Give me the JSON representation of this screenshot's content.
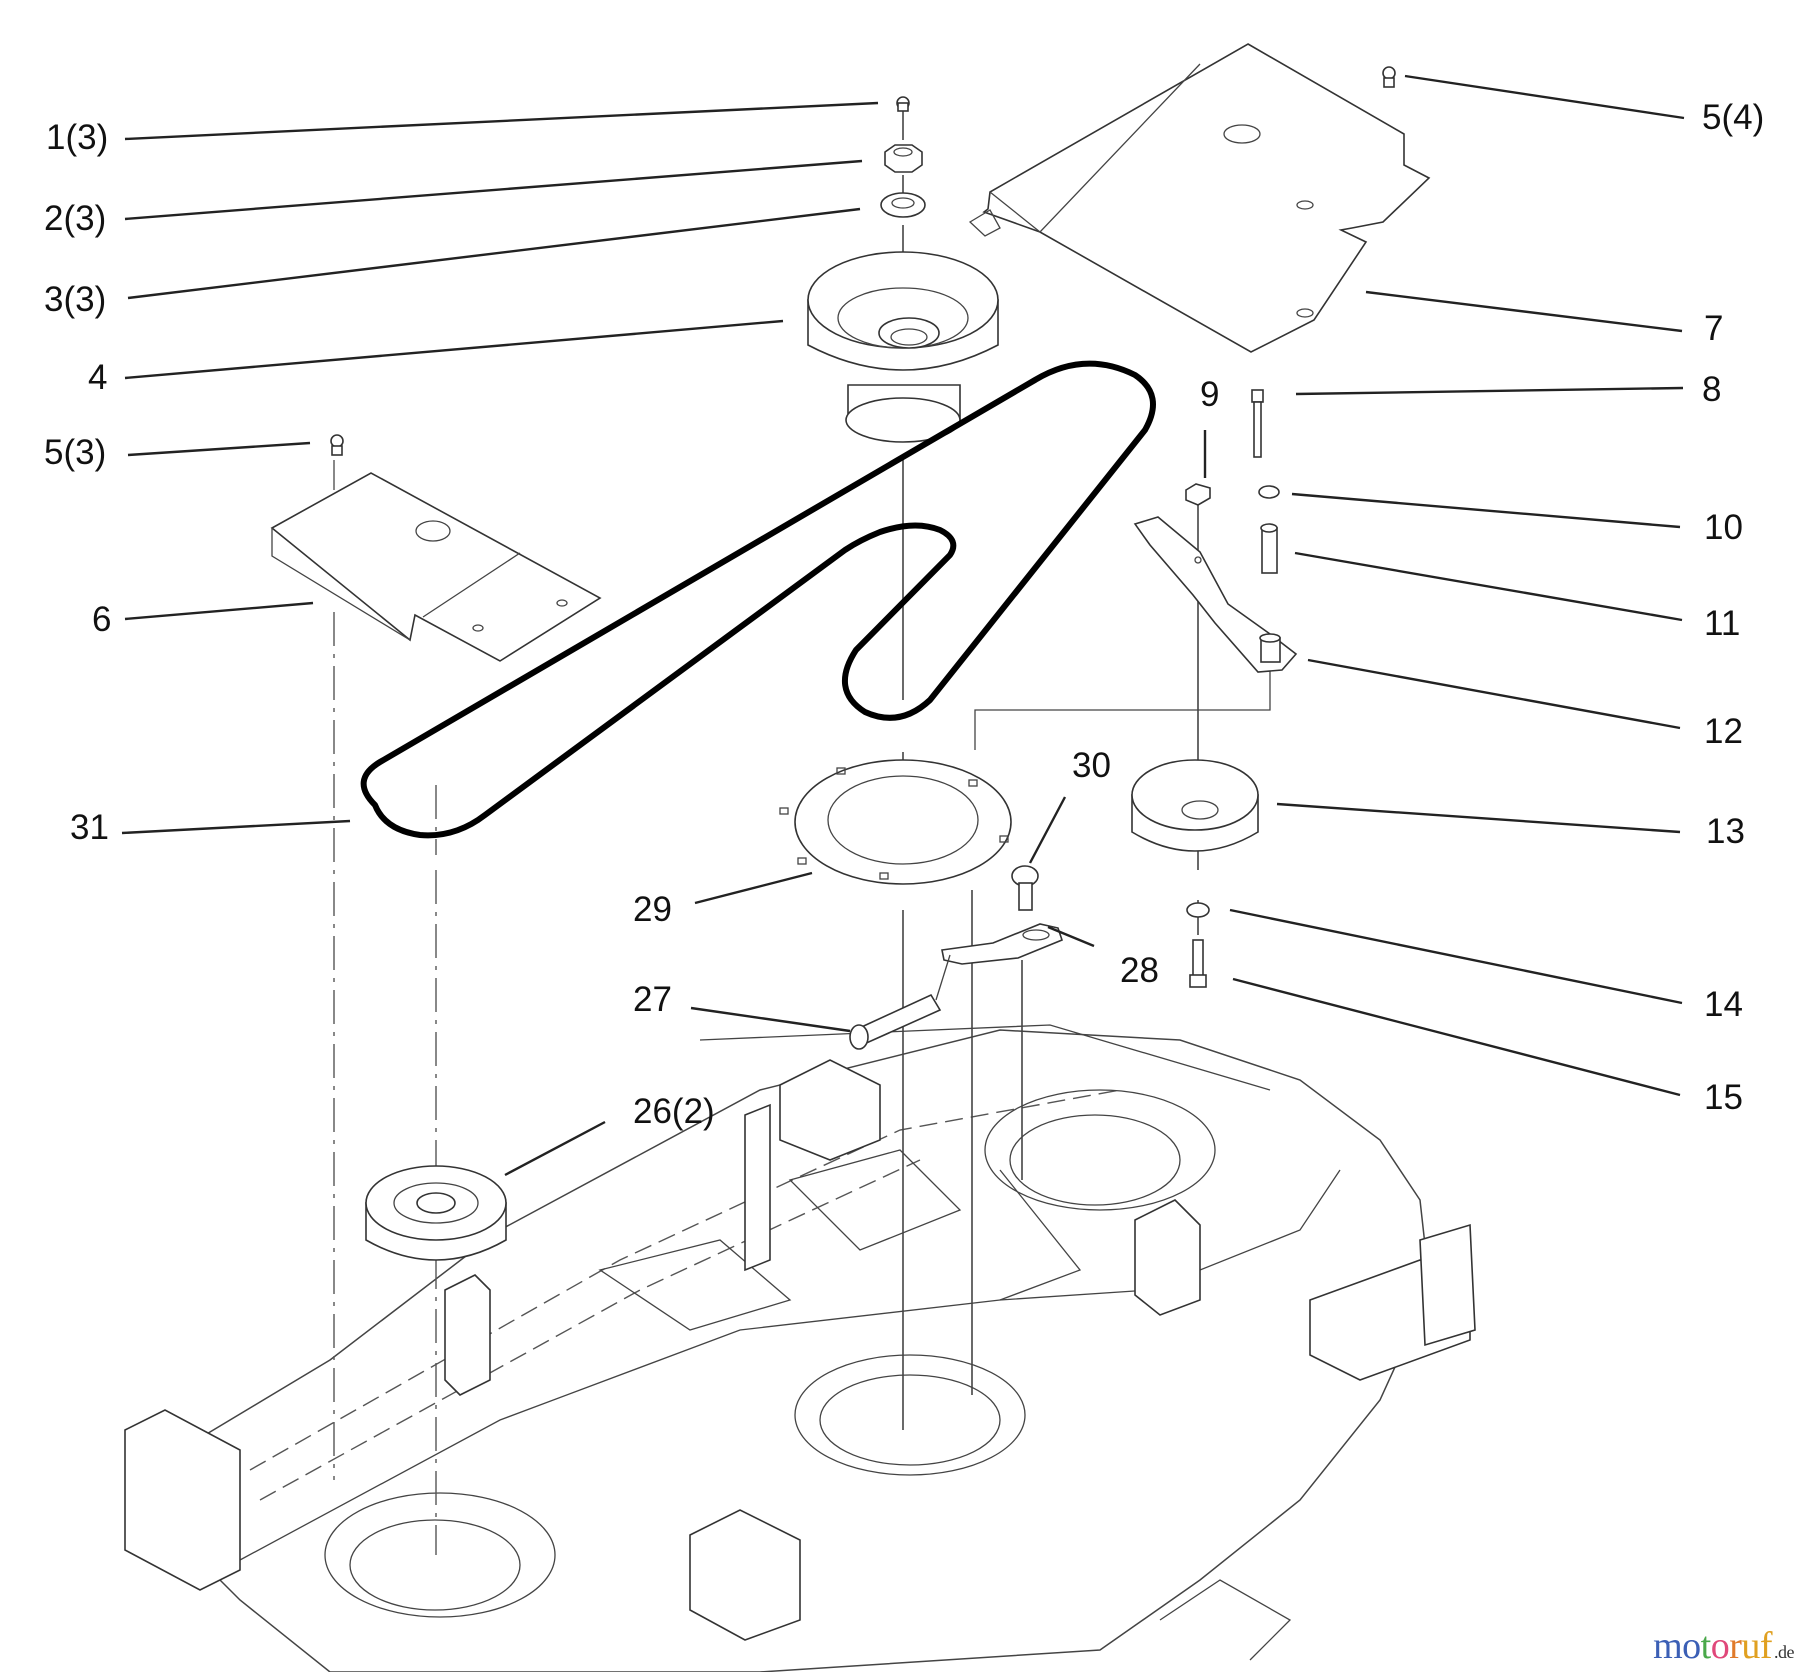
{
  "diagram": {
    "title": "Mower deck belt drive assembly - exploded parts view",
    "callouts": [
      {
        "id": "1",
        "label": "1(3)",
        "part": "nut"
      },
      {
        "id": "2",
        "label": "2(3)",
        "part": "hex nut"
      },
      {
        "id": "3",
        "label": "3(3)",
        "part": "washer"
      },
      {
        "id": "4",
        "label": "4",
        "part": "spindle pulley (double)"
      },
      {
        "id": "5a",
        "label": "5(3)",
        "part": "screw"
      },
      {
        "id": "6",
        "label": "6",
        "part": "left belt cover"
      },
      {
        "id": "31",
        "label": "31",
        "part": "drive belt"
      },
      {
        "id": "5b",
        "label": "5(4)",
        "part": "screw"
      },
      {
        "id": "7",
        "label": "7",
        "part": "right belt cover"
      },
      {
        "id": "8",
        "label": "8",
        "part": "bolt"
      },
      {
        "id": "9",
        "label": "9",
        "part": "nut"
      },
      {
        "id": "10",
        "label": "10",
        "part": "washer"
      },
      {
        "id": "11",
        "label": "11",
        "part": "spacer"
      },
      {
        "id": "12",
        "label": "12",
        "part": "idler arm"
      },
      {
        "id": "13",
        "label": "13",
        "part": "idler pulley"
      },
      {
        "id": "14",
        "label": "14",
        "part": "washer"
      },
      {
        "id": "15",
        "label": "15",
        "part": "bolt"
      },
      {
        "id": "30",
        "label": "30",
        "part": "carriage bolt"
      },
      {
        "id": "29",
        "label": "29",
        "part": "spindle mount ring"
      },
      {
        "id": "28",
        "label": "28",
        "part": "bracket"
      },
      {
        "id": "27",
        "label": "27",
        "part": "spring"
      },
      {
        "id": "26",
        "label": "26(2)",
        "part": "spindle pulley (single)"
      }
    ]
  },
  "watermark": {
    "letters": [
      "m",
      "o",
      "t",
      "o",
      "r",
      "u",
      "f"
    ],
    "colors": [
      "#3b5fb5",
      "#3b5fb5",
      "#4aa84a",
      "#e0487a",
      "#e07a2a",
      "#e0a020",
      "#e0a020"
    ],
    "tld": ".de"
  }
}
